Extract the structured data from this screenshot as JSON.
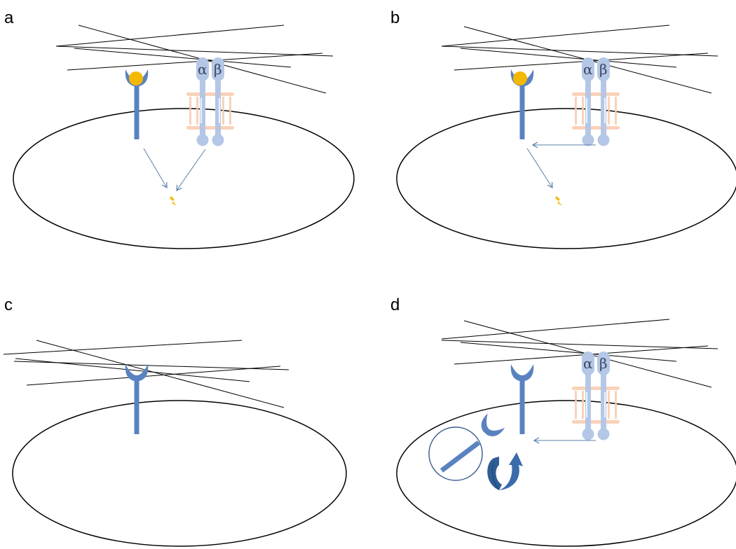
{
  "figure": {
    "panels": [
      {
        "id": "a",
        "label": "a",
        "integrin": {
          "alpha": "α",
          "beta": "β"
        }
      },
      {
        "id": "b",
        "label": "b",
        "integrin": {
          "alpha": "α",
          "beta": "β"
        }
      },
      {
        "id": "c",
        "label": "c"
      },
      {
        "id": "d",
        "label": "d",
        "integrin": {
          "alpha": "α",
          "beta": "β"
        }
      }
    ],
    "colors": {
      "receptor": "#5a82c0",
      "integrin": "#b4c7e7",
      "membrane_lipid": "#f8cbad",
      "ligand": "#f5b800",
      "signal": "#f5b800",
      "arrow": "#5a7fa8",
      "recycle_arrow": "#2f5d96",
      "cell_outline": "#000000",
      "fiber": "#000000"
    }
  }
}
